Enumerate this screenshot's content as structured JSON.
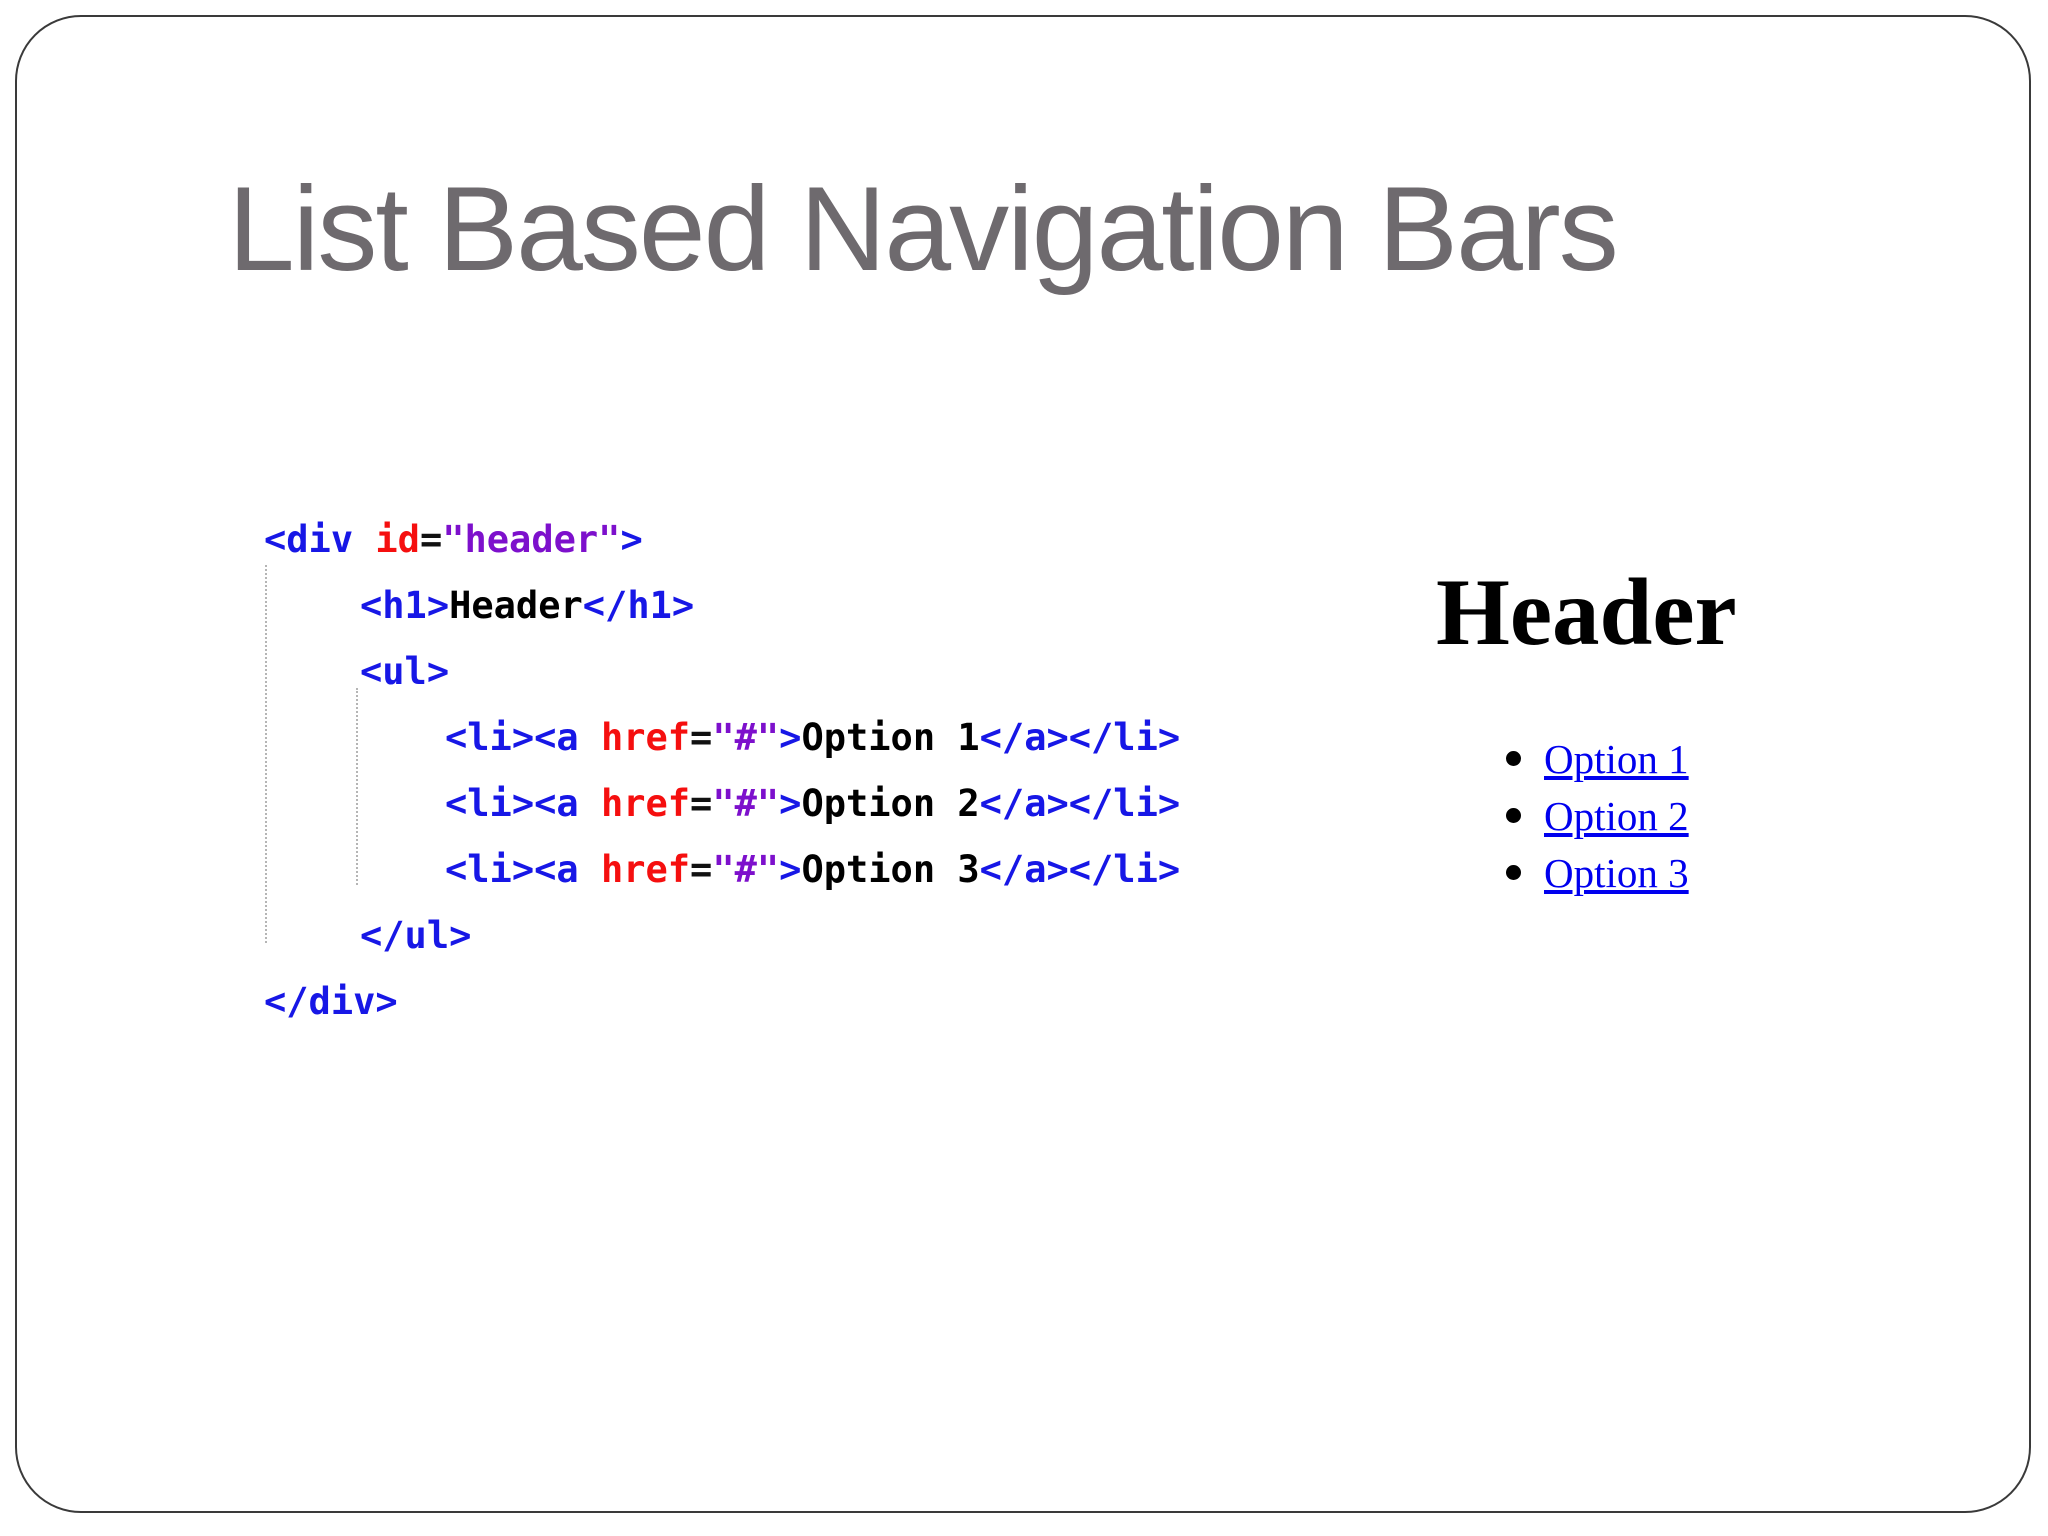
{
  "slide": {
    "title": "List Based Navigation Bars"
  },
  "colors": {
    "page-bg": "#ffffff",
    "border": "#3a3a3a",
    "title": "#6e6a6e",
    "code-tag": "#1717e6",
    "code-attr": "#f50f0f",
    "code-eq": "#111111",
    "code-value": "#7d10cc",
    "code-text": "#000000",
    "indent-guide": "#b5b5b5",
    "preview-heading": "#000000",
    "link": "#0000ee",
    "bullet": "#000000"
  },
  "code": {
    "lines": [
      {
        "indent": 0,
        "tokens": [
          {
            "type": "tag",
            "text": "<div "
          },
          {
            "type": "attr",
            "text": "id"
          },
          {
            "type": "eq",
            "text": "="
          },
          {
            "type": "value",
            "text": "\"header\""
          },
          {
            "type": "tag",
            "text": ">"
          }
        ]
      },
      {
        "indent": 1,
        "tokens": [
          {
            "type": "tag",
            "text": "<h1>"
          },
          {
            "type": "text",
            "text": "Header"
          },
          {
            "type": "tag",
            "text": "</h1>"
          }
        ]
      },
      {
        "indent": 1,
        "tokens": [
          {
            "type": "tag",
            "text": "<ul>"
          }
        ]
      },
      {
        "indent": 2,
        "tokens": [
          {
            "type": "tag",
            "text": "<li><a "
          },
          {
            "type": "attr",
            "text": "href"
          },
          {
            "type": "eq",
            "text": "="
          },
          {
            "type": "value",
            "text": "\"#\""
          },
          {
            "type": "tag",
            "text": ">"
          },
          {
            "type": "text",
            "text": "Option 1"
          },
          {
            "type": "tag",
            "text": "</a></li>"
          }
        ]
      },
      {
        "indent": 2,
        "tokens": [
          {
            "type": "tag",
            "text": "<li><a "
          },
          {
            "type": "attr",
            "text": "href"
          },
          {
            "type": "eq",
            "text": "="
          },
          {
            "type": "value",
            "text": "\"#\""
          },
          {
            "type": "tag",
            "text": ">"
          },
          {
            "type": "text",
            "text": "Option 2"
          },
          {
            "type": "tag",
            "text": "</a></li>"
          }
        ]
      },
      {
        "indent": 2,
        "tokens": [
          {
            "type": "tag",
            "text": "<li><a "
          },
          {
            "type": "attr",
            "text": "href"
          },
          {
            "type": "eq",
            "text": "="
          },
          {
            "type": "value",
            "text": "\"#\""
          },
          {
            "type": "tag",
            "text": ">"
          },
          {
            "type": "text",
            "text": "Option 3"
          },
          {
            "type": "tag",
            "text": "</a></li>"
          }
        ]
      },
      {
        "indent": 1,
        "tokens": [
          {
            "type": "tag",
            "text": "</ul>"
          }
        ]
      },
      {
        "indent": 0,
        "tokens": [
          {
            "type": "tag",
            "text": "</div>"
          }
        ]
      }
    ]
  },
  "preview": {
    "heading": "Header",
    "links": [
      {
        "label": "Option 1"
      },
      {
        "label": "Option 2"
      },
      {
        "label": "Option 3"
      }
    ]
  }
}
